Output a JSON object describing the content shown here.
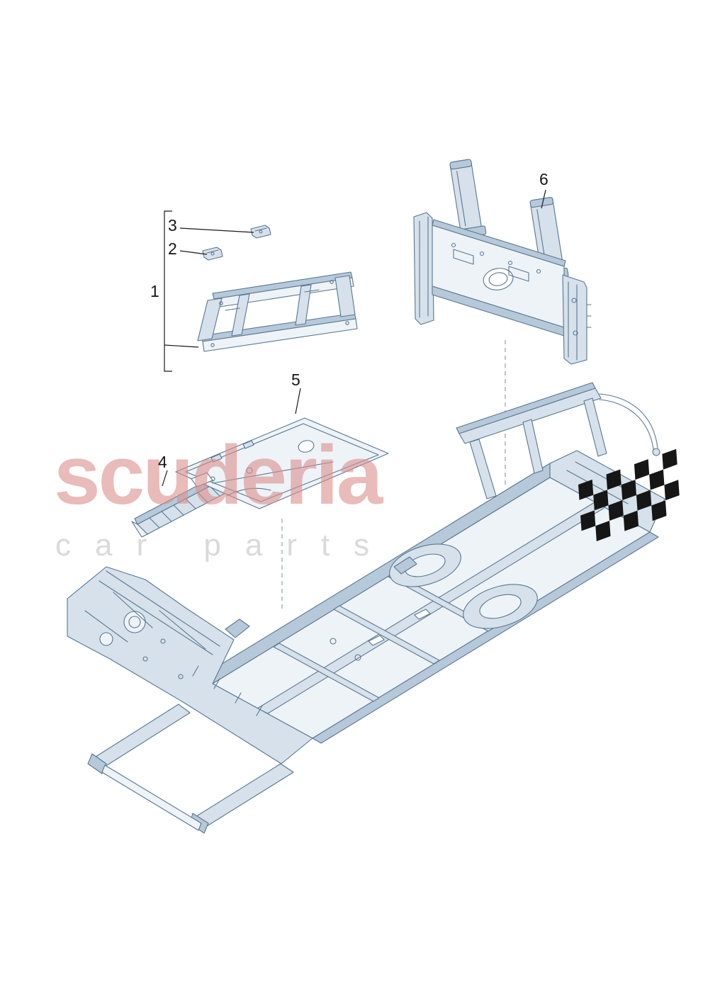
{
  "colors": {
    "line": "#5a7690",
    "fill_light": "#eef3f8",
    "fill_mid": "#d6e1eb",
    "fill_dark": "#b6c9da",
    "leader": "#1a1a1a",
    "watermark_pink": "#db8f8c",
    "subtitle_grey": "#d6d6d6",
    "flag_black": "#161616"
  },
  "watermark": {
    "brand": "scuderia",
    "subtitle": "car parts"
  },
  "callouts": [
    {
      "label": "1"
    },
    {
      "label": "2"
    },
    {
      "label": "3"
    },
    {
      "label": "4"
    },
    {
      "label": "5"
    },
    {
      "label": "6"
    }
  ]
}
